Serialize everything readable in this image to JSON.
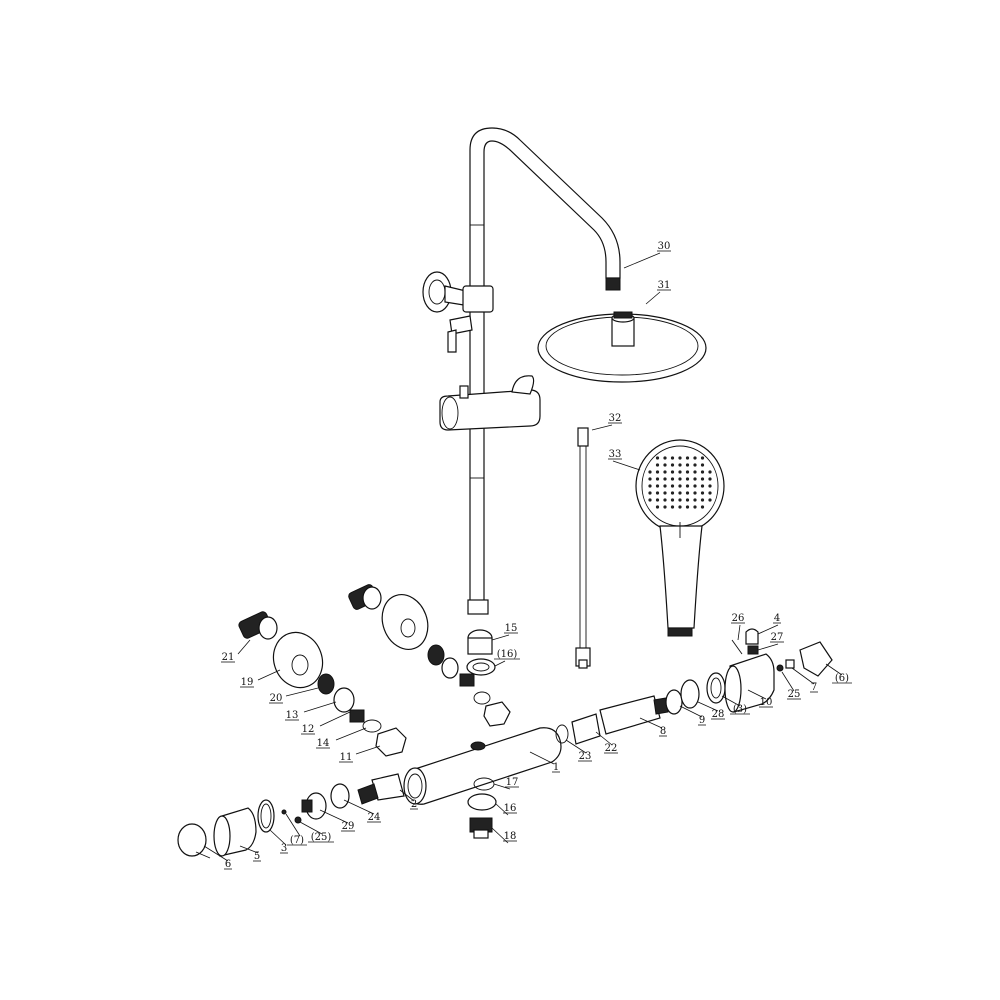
{
  "diagram": {
    "labels": {
      "p1": "1",
      "p2": "2",
      "p3": "3",
      "p4": "4",
      "p5": "5",
      "p6": "6",
      "p7": "7",
      "p8": "8",
      "p9": "9",
      "p10": "10",
      "p11": "11",
      "p12": "12",
      "p13": "13",
      "p14": "14",
      "p15": "15",
      "p16": "16",
      "p16b": "(16)",
      "p17": "17",
      "p18": "18",
      "p19": "19",
      "p20": "20",
      "p21": "21",
      "p22": "22",
      "p23": "23",
      "p24": "24",
      "p25": "25",
      "p25b": "(25)",
      "p26": "26",
      "p27": "27",
      "p28": "28",
      "p29": "29",
      "p3b": "(3)",
      "p6b": "(6)",
      "p7b": "(7)",
      "p30": "30",
      "p31": "31",
      "p32": "32",
      "p33": "33"
    }
  }
}
